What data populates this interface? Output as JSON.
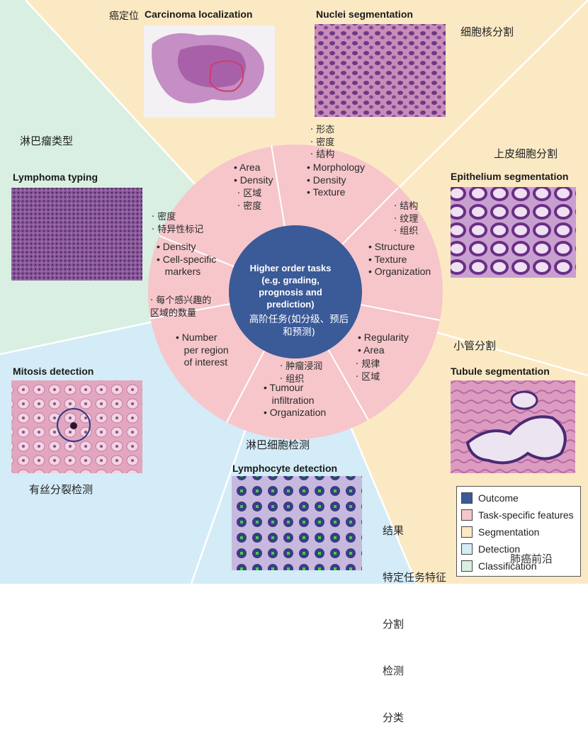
{
  "center": {
    "title_en": "Higher order tasks (e.g. grading, prognosis and prediction)",
    "title_zh": "高阶任务(如分级、预后和预测)"
  },
  "panels": {
    "carcinoma": {
      "title": "Carcinoma localization",
      "zh": "癌定位"
    },
    "nuclei": {
      "title": "Nuclei segmentation",
      "zh": "细胞核分割"
    },
    "epithelium": {
      "title": "Epithelium segmentation",
      "zh": "上皮细胞分割"
    },
    "tubule": {
      "title": "Tubule segmentation",
      "zh": "小管分割"
    },
    "lymphocyte": {
      "title": "Lymphocyte detection",
      "zh": "淋巴细胞检测"
    },
    "mitosis": {
      "title": "Mitosis detection",
      "zh": "有丝分裂检测"
    },
    "lymphoma": {
      "title": "Lymphoma typing",
      "zh": "淋巴瘤类型"
    }
  },
  "features": {
    "carcinoma_en": "• Area\n• Density",
    "carcinoma_zh": "· 区域\n· 密度",
    "nuclei_zh": "· 形态\n· 密度\n· 结构",
    "nuclei_en": "• Morphology\n• Density\n• Texture",
    "epithelium_zh": "· 结构\n· 纹理\n· 组织",
    "epithelium_en": "• Structure\n• Texture\n• Organization",
    "tubule_en": "• Regularity\n• Area",
    "tubule_zh": "· 规律\n· 区域",
    "lymphocyte_zh": "· 肿瘤浸润\n· 组织",
    "lymphocyte_en": "• Tumour\n   infiltration\n• Organization",
    "mitosis_zh": "· 每个感兴趣的\n区域的数量",
    "mitosis_en": "• Number\n   per region\n   of interest",
    "lymphoma_zh": "· 密度\n· 特异性标记",
    "lymphoma_en": "• Density\n• Cell-specific\n   markers"
  },
  "legend_zh": [
    "结果",
    "特定任务特征",
    "分割",
    "检测",
    "分类"
  ],
  "legend": [
    {
      "label": "Outcome",
      "color": "#3a5a98"
    },
    {
      "label": "Task-specific features",
      "color": "#f6c6cb"
    },
    {
      "label": "Segmentation",
      "color": "#fbe9c4"
    },
    {
      "label": "Detection",
      "color": "#d3ecf7"
    },
    {
      "label": "Classification",
      "color": "#d8efe1"
    }
  ],
  "watermark": "肺癌前沿",
  "colors": {
    "outcome": "#3a5a98",
    "features": "#f6c6cb",
    "segmentation": "#fbe9c4",
    "detection": "#d3ecf7",
    "classification": "#d8efe1"
  }
}
